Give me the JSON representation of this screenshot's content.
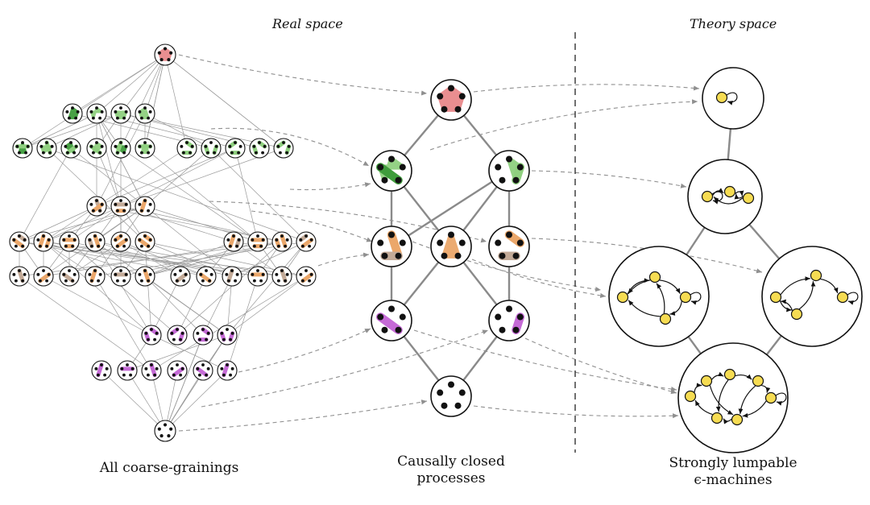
{
  "headers": {
    "real_space": "Real space",
    "theory_space": "Theory space"
  },
  "captions": {
    "coarse": "All coarse-grainings",
    "closed_line1": "Causally closed",
    "closed_line2": "processes",
    "lump_line1": "Strongly lumpable",
    "lump_line2": "ϵ-machines"
  },
  "colors": {
    "red": "#e8898b",
    "green_dark": "#3f9c3c",
    "green_light": "#8fd07f",
    "orange": "#eba76a",
    "tan": "#c3aa97",
    "purple": "#c56ad6",
    "yellow": "#f6dc52",
    "edge": "#8a8a8a",
    "arrow": "#909090"
  }
}
